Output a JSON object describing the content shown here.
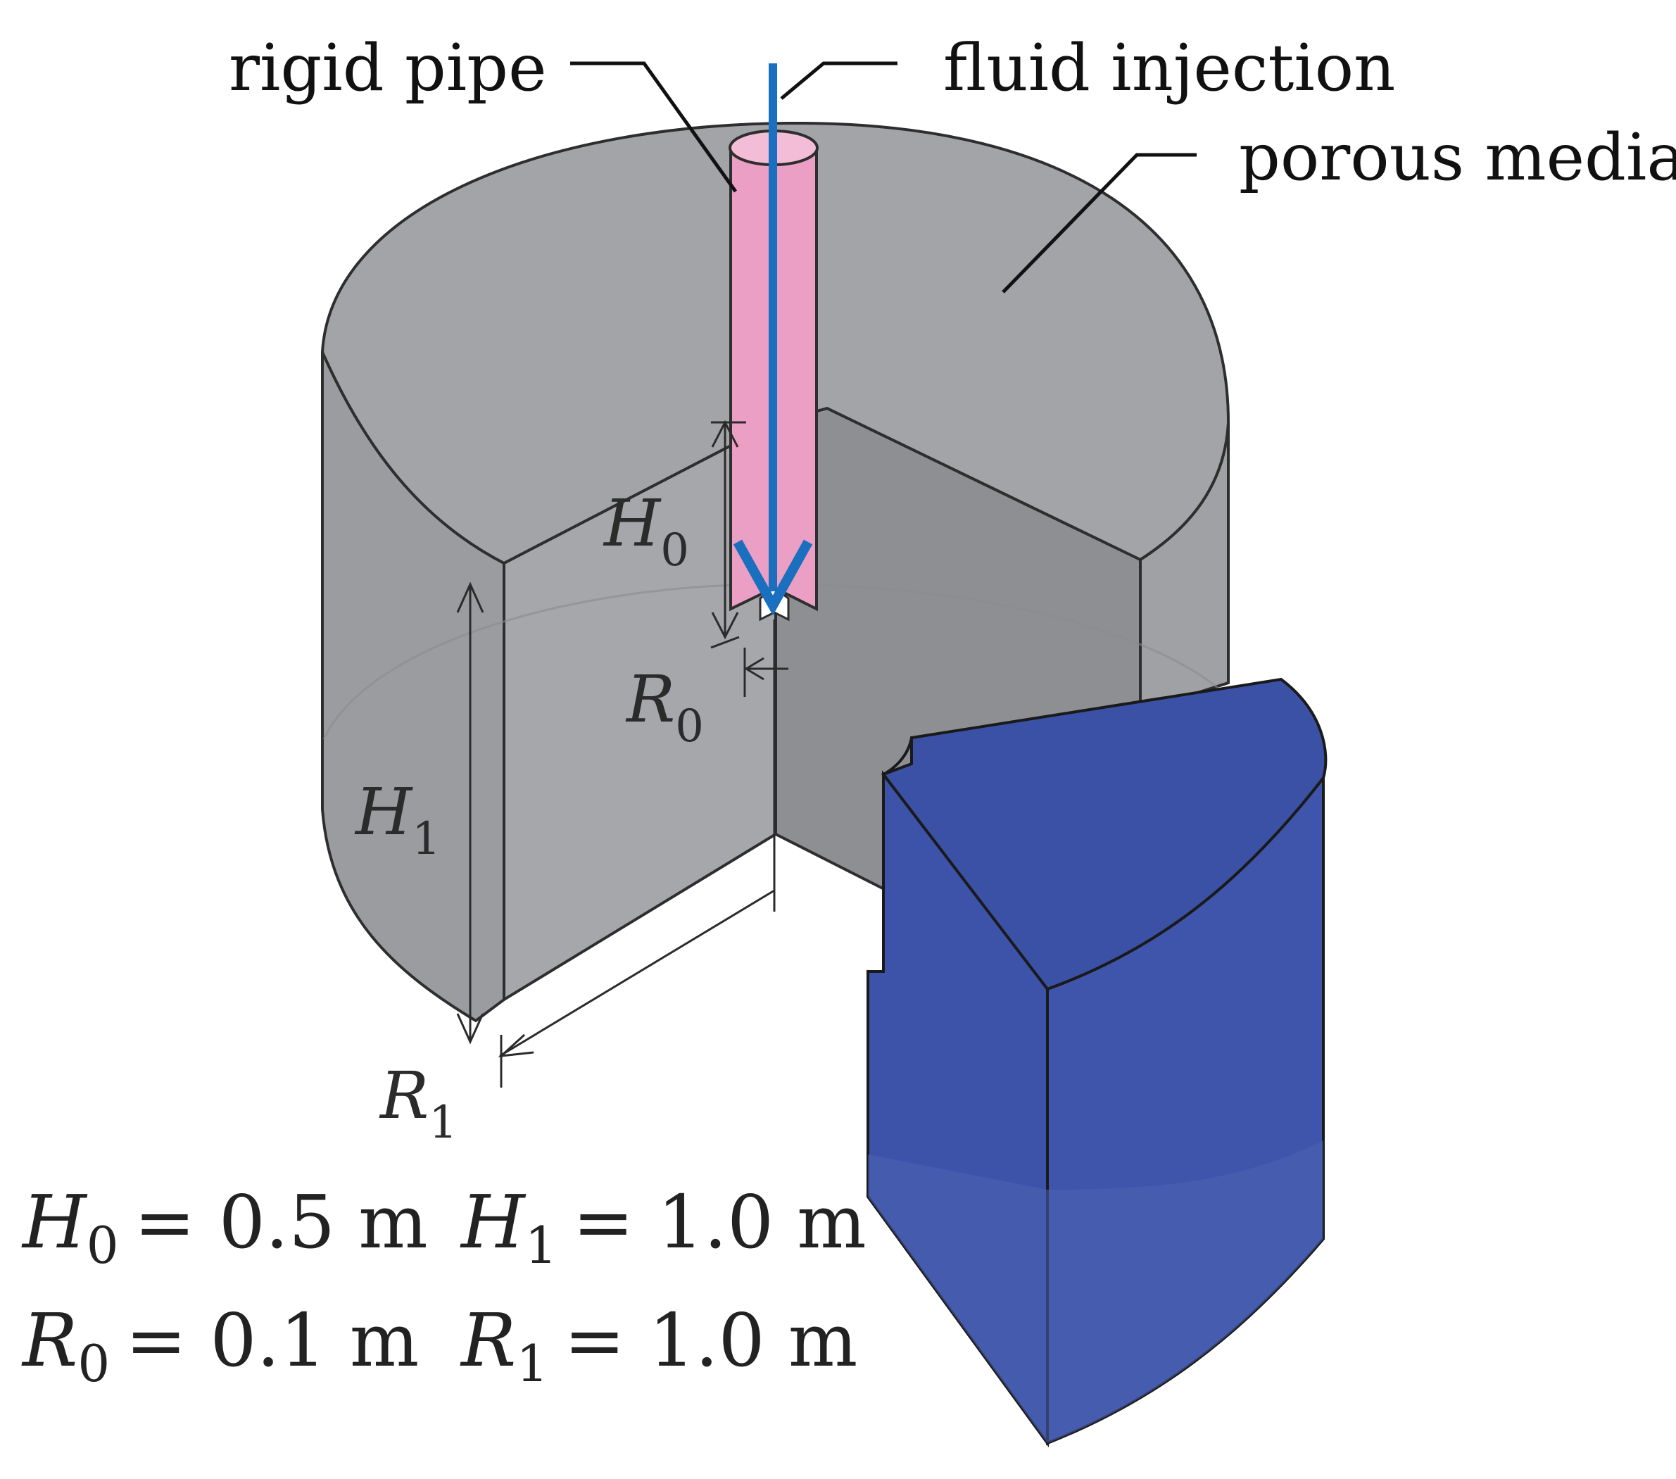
{
  "labels": {
    "rigid_pipe": "rigid pipe",
    "fluid_injection": "fluid injection",
    "porous_media": "porous media"
  },
  "dimensions": {
    "H0": {
      "symbol": "H",
      "sub": "0"
    },
    "R0": {
      "symbol": "R",
      "sub": "0"
    },
    "H1": {
      "symbol": "H",
      "sub": "1"
    },
    "R1": {
      "symbol": "R",
      "sub": "1"
    }
  },
  "parameters": [
    {
      "symbol": "H",
      "sub": "0",
      "value": "= 0.5 m"
    },
    {
      "symbol": "H",
      "sub": "1",
      "value": "= 1.0 m"
    },
    {
      "symbol": "R",
      "sub": "0",
      "value": "= 0.1 m"
    },
    {
      "symbol": "R",
      "sub": "1",
      "value": "= 1.0 m"
    }
  ],
  "colors": {
    "porous_gray": "#a3a4a8",
    "porous_side": "#999a9e",
    "pipe_pink": "#ec9fc4",
    "arrow_blue": "#1a6fbf",
    "block_blue": "#3c52a8"
  }
}
